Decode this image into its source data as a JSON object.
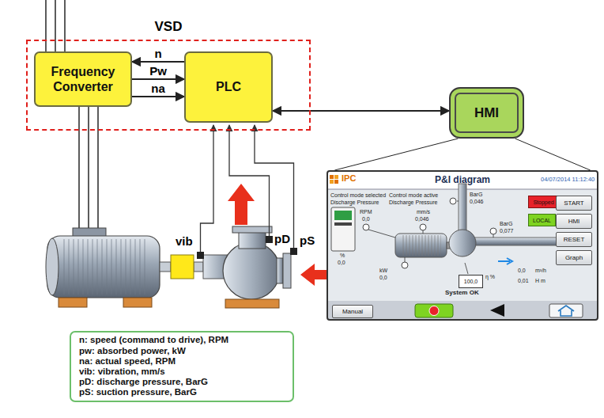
{
  "diagram": {
    "nodes": [
      {
        "text": [
          "VSD"
        ]
      },
      {
        "text": [
          "Frequency Converter"
        ],
        "in": 0
      },
      {
        "text": [
          "PLC"
        ],
        "in": 0
      },
      {
        "text": [
          "HMI"
        ]
      },
      {
        "text": [
          "P&I diagram"
        ]
      },
      {
        "text": [
          "Stopped"
        ],
        "in": 4
      },
      {
        "text": [
          "START"
        ],
        "in": 4
      },
      {
        "text": [
          "LOCAL"
        ],
        "in": 4
      },
      {
        "text": [
          "HMI"
        ],
        "in": 4
      },
      {
        "text": [
          "RESET"
        ],
        "in": 4
      },
      {
        "text": [
          "Graph"
        ],
        "in": 4
      },
      {
        "text": [
          "Manual"
        ],
        "in": 4
      },
      {
        "text": [
          "100,0"
        ],
        "in": 4
      },
      {
        "text": [
          "n: speed (command to drive), RPM",
          "pw: absorbed power, kW",
          "na: actual speed, RPM",
          "vib: vibration, mm/s",
          "pD: discharge pressure, BarG",
          "pS: suction pressure, BarG"
        ]
      }
    ],
    "edges": [
      {
        "from": 2,
        "to": 1,
        "label": "n",
        "arrow": "to"
      },
      {
        "from": 1,
        "to": 2,
        "label": "Pw",
        "arrow": "to"
      },
      {
        "from": 1,
        "to": 2,
        "label": "na",
        "arrow": "to"
      },
      {
        "from": 2,
        "to": 3,
        "arrow": "both"
      },
      {
        "from": 3,
        "to": 4,
        "arrow": "none"
      },
      {
        "from": 3,
        "to": 4,
        "arrow": "none"
      }
    ],
    "labels": [
      "vib",
      "pD",
      "pS",
      "IPC",
      "04/07/2014 11:12:40",
      "Control mode selected",
      "Control mode active",
      "Discharge Pressure",
      "Discharge Pressure",
      "BarG",
      "0,046",
      "RPM",
      "0,0",
      "mm/s",
      "0,046",
      "BarG",
      "0,077",
      "%",
      "0,0",
      "kW",
      "0,0",
      "η %",
      "0,0",
      "m³/h",
      "0,01",
      "H m",
      "System OK"
    ]
  }
}
